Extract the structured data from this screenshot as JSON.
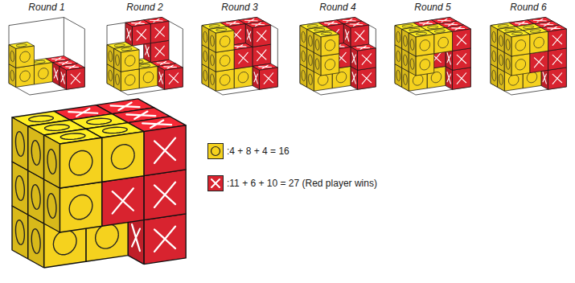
{
  "diagram": {
    "labels": [
      "Round 1",
      "Round 2",
      "Round 3",
      "Round 4",
      "Round 5",
      "Round 6"
    ],
    "legend": [
      {
        "text": ":4 + 8 + 4 = 16",
        "color": "#f5d21e"
      },
      {
        "text": ":11 + 6 + 10 = 27 (Red player wins)",
        "color": "#d8232f"
      }
    ]
  }
}
